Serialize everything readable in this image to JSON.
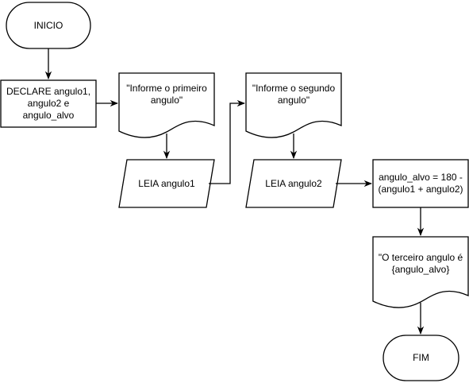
{
  "flowchart": {
    "start": "INICIO",
    "declare": "DECLARE angulo1, angulo2 e angulo_alvo",
    "prompt_1": "\"Informe o primeiro angulo\"",
    "read_1": "LEIA angulo1",
    "prompt_2": "\"Informe o segundo angulo\"",
    "read_2": "LEIA angulo2",
    "compute": "angulo_alvo = 180 - (angulo1 + angulo2)",
    "output": "\"O terceiro angulo é {angulo_alvo}",
    "end": "FIM"
  }
}
